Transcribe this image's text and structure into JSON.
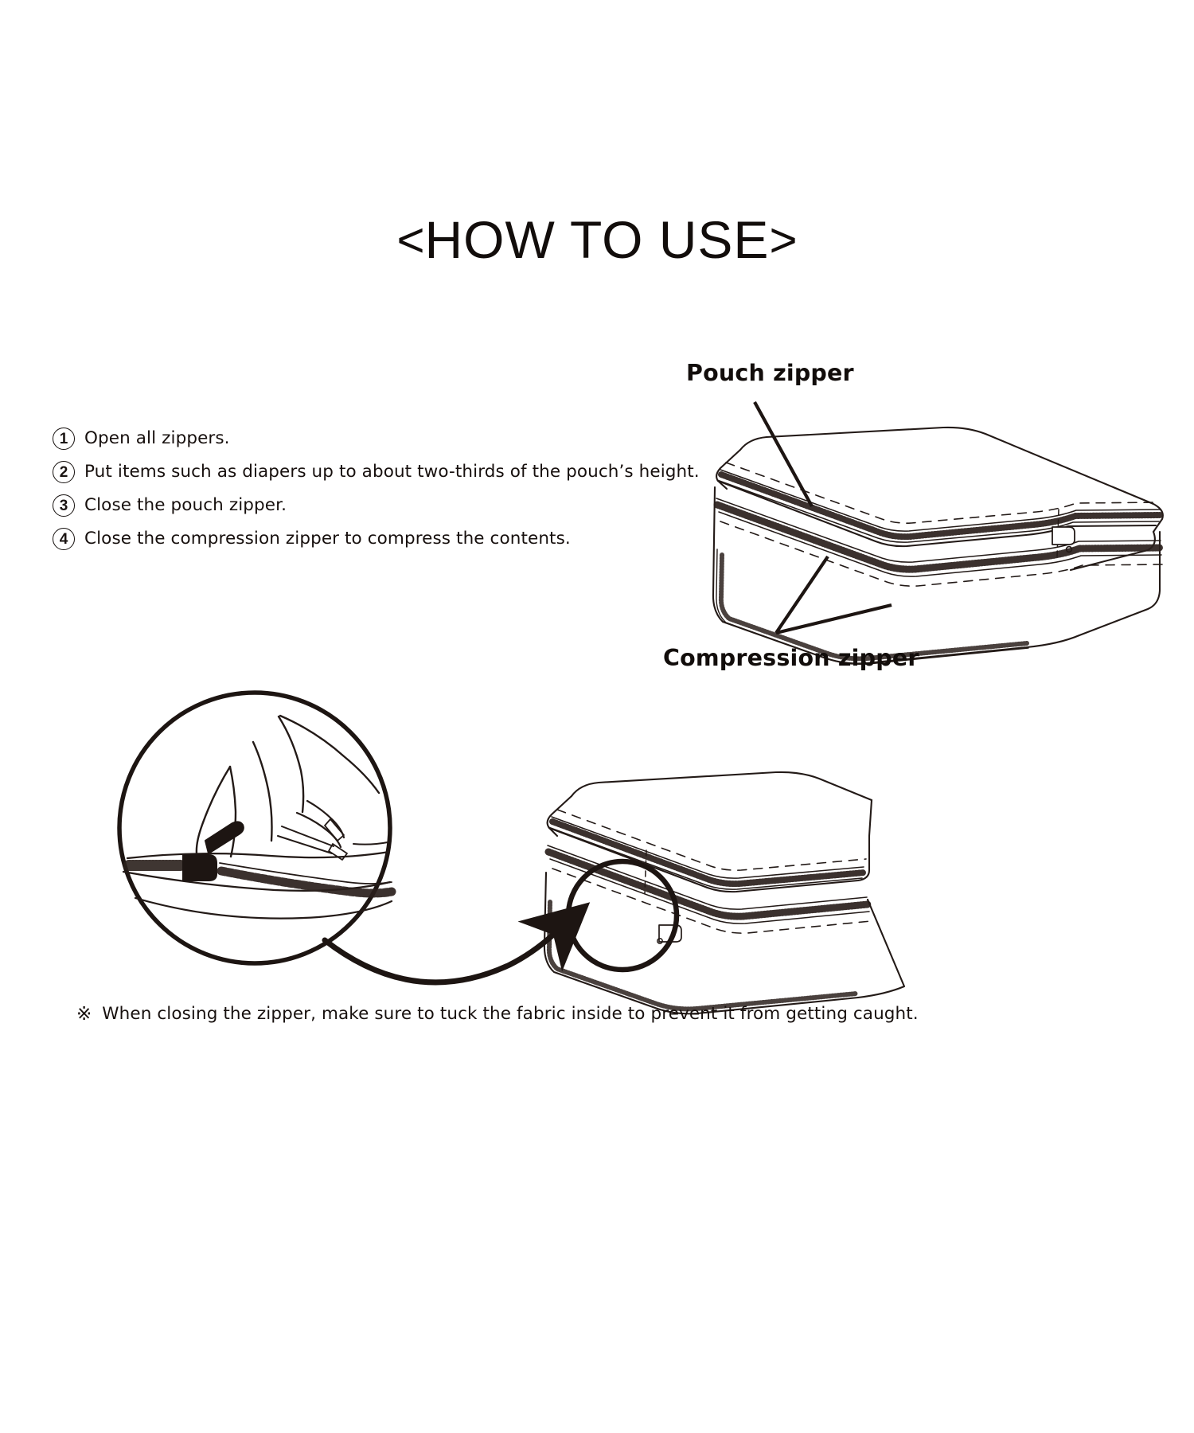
{
  "document": {
    "title": "<HOW TO USE>",
    "title_prefix": "<",
    "title_core": "HOW TO USE",
    "title_suffix": ">"
  },
  "steps": [
    {
      "number": "1",
      "text": "Open all zippers."
    },
    {
      "number": "2",
      "text": "Put items such as diapers up to about two-thirds of the pouch’s height."
    },
    {
      "number": "3",
      "text": "Close the pouch zipper."
    },
    {
      "number": "4",
      "text": "Close the compression zipper to compress the contents."
    }
  ],
  "callouts": {
    "pouch_zipper": "Pouch zipper",
    "compression_zipper": "Compression zipper"
  },
  "footnote": {
    "mark": "※",
    "text": "When closing the zipper, make sure to tuck the fabric inside to prevent it from getting caught."
  },
  "illustrations": {
    "top_pouch": "line-drawing of a closed rectangular compression packing pouch seen from above-front, with mesh window on lid and two zipper tracks",
    "detail_circle": "magnified circular inset showing a hand pulling the compression zipper slider",
    "bottom_pouch": "line-drawing of the same pouch with a circular callout around the compression zipper slider",
    "arrow": "curved arrow pointing from the magnified detail circle to the callout circle on the bottom pouch"
  },
  "colors": {
    "ink": "#15100e",
    "line": "#231a17",
    "background": "#ffffff"
  }
}
